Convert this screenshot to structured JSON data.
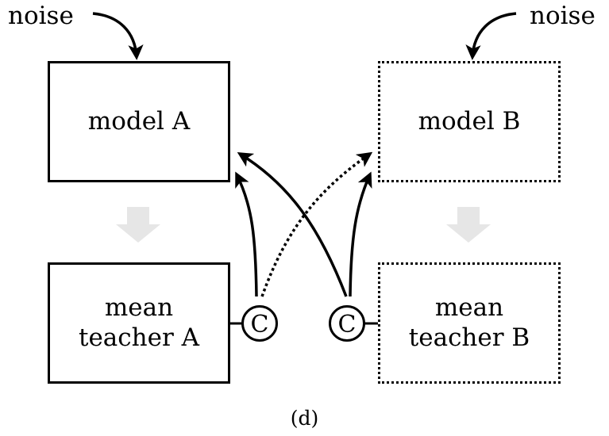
{
  "figure": {
    "caption": "(d)",
    "noise_left": "noise",
    "noise_right": "noise",
    "boxes": {
      "model_a": {
        "label": "model A",
        "border": "solid"
      },
      "model_b": {
        "label": "model B",
        "border": "dotted"
      },
      "teacher_a": {
        "line1": "mean",
        "line2": "teacher A",
        "border": "solid"
      },
      "teacher_b": {
        "line1": "mean",
        "line2": "teacher B",
        "border": "dotted"
      }
    },
    "consistency_nodes": [
      {
        "symbol": "C",
        "attached_to": "mean teacher A"
      },
      {
        "symbol": "C",
        "attached_to": "mean teacher B"
      }
    ],
    "edges": [
      {
        "from": "noise",
        "to": "model A",
        "style": "solid"
      },
      {
        "from": "noise",
        "to": "model B",
        "style": "solid"
      },
      {
        "from": "model A",
        "to": "mean teacher A",
        "style": "gray-block-arrow"
      },
      {
        "from": "model B",
        "to": "mean teacher B",
        "style": "gray-block-arrow"
      },
      {
        "from": "C (teacher A)",
        "to": "model A",
        "style": "solid"
      },
      {
        "from": "C (teacher A)",
        "to": "model B",
        "style": "dotted"
      },
      {
        "from": "C (teacher B)",
        "to": "model A",
        "style": "solid"
      },
      {
        "from": "C (teacher B)",
        "to": "model B",
        "style": "solid"
      }
    ],
    "colors": {
      "stroke": "#000000",
      "block_arrow": "#e6e6e6",
      "background": "#ffffff"
    }
  }
}
